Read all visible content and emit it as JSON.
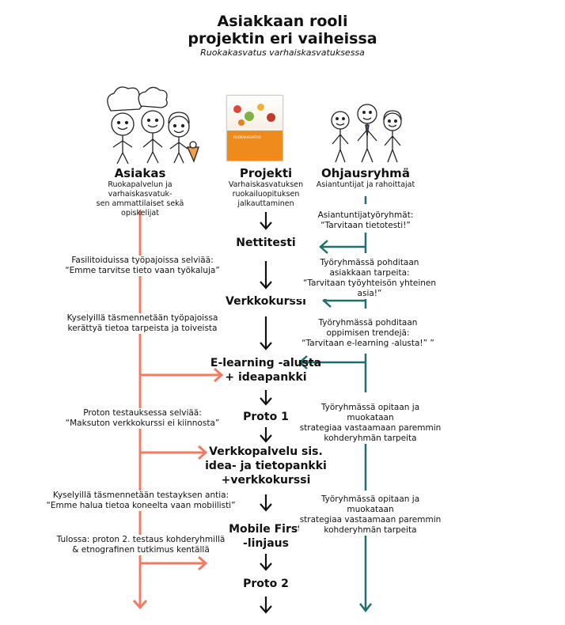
{
  "title_line1": "Asiakkaan rooli",
  "title_line2": "projektin eri vaiheissa",
  "subtitle": "Ruokakasvatus varhaiskasvatuksessa",
  "columns": {
    "asiakas": {
      "label": "Asiakas",
      "sub1": "Ruokapalvelun ja varhaiskasvatuk-",
      "sub2": "sen ammattilaiset sekä opiskelijat"
    },
    "projekti": {
      "label": "Projekti",
      "sub1": "Varhaiskasvatuksen",
      "sub2": "ruokailuopituksen",
      "sub3": "jalkauttaminen"
    },
    "ohjausryhma": {
      "label": "Ohjausryhmä",
      "sub1": "Asiantuntijat ja rahoittajat"
    }
  },
  "book": {
    "cover_text": "RUOKAKASVATUS"
  },
  "stages": {
    "s1": "Nettitesti",
    "s2": "Verkkokurssi",
    "s3a": "E-learning -alusta",
    "s3b": "+ ideapankki",
    "s4": "Proto 1",
    "s5a": "Verkkopalvelu sis.",
    "s5b": "idea- ja tietopankki",
    "s5c": "+verkkokurssi",
    "s6a": "Mobile First",
    "s6b": "-linjaus",
    "s7": "Proto 2"
  },
  "left_notes": {
    "n1a": "Fasilitoiduissa työpajoissa selviää:",
    "n1b": "“Emme tarvitse tieto vaan työkaluja”",
    "n2a": "Kyselyillä täsmennetään työpajoissa",
    "n2b": "kerättyä tietoa tarpeista ja toiveista",
    "n3a": "Proton testauksessa selviää:",
    "n3b": "“Maksuton verkkokurssi ei kiinnosta”",
    "n4a": "Kyselyillä täsmennetään testayksen antia:",
    "n4b": "“Emme halua tietoa koneelta vaan mobiilisti”",
    "n5a": "Tulossa: proton 2. testaus kohderyhmillä",
    "n5b": "& etnografinen tutkimus kentällä"
  },
  "right_notes": {
    "r1a": "Asiantuntijatyöryhmät:",
    "r1b": "“Tarvitaan tietotesti!”",
    "r2a": "Työryhmässä pohditaan",
    "r2b": "asiakkaan tarpeita:",
    "r2c": "“Tarvitaan työyhteisön yhteinen asia!”",
    "r3a": "Työryhmässä pohditaan",
    "r3b": "oppimisen trendejä:",
    "r3c": "“Tarvitaan e-learning -alusta!” ”",
    "r4a": "Työryhmässä opitaan ja muokataan",
    "r4b": "strategiaa vastaamaan paremmin",
    "r4c": "kohderyhmän tarpeita",
    "r5a": "Työryhmässä opitaan ja muokataan",
    "r5b": "strategiaa vastaamaan paremmin",
    "r5c": "kohderyhmän tarpeita"
  },
  "colors": {
    "customer": "#f07b63",
    "steering": "#1f6f6b",
    "project": "#111111"
  },
  "icons": [
    "chef-kids-icon",
    "book-cover-icon",
    "adult-team-icon"
  ]
}
